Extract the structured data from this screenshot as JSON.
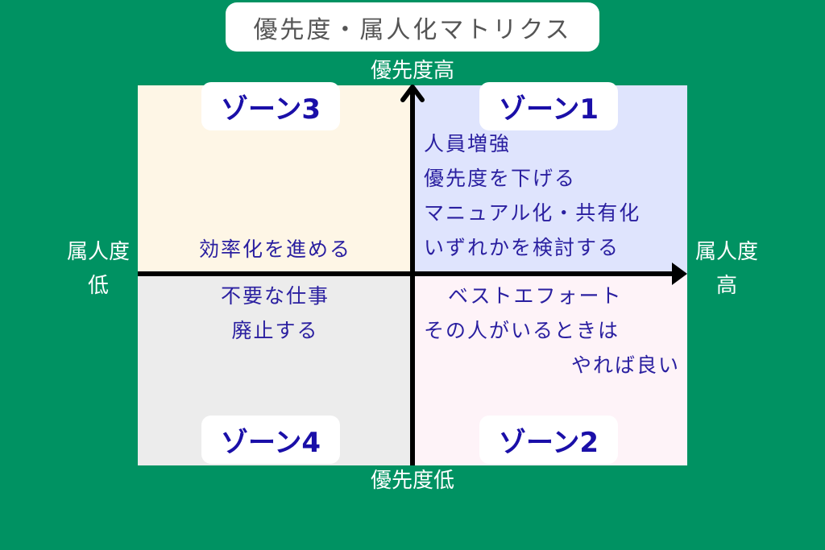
{
  "title": "優先度・属人化マトリクス",
  "axes": {
    "top": "優先度高",
    "bottom": "優先度低",
    "left": [
      "属人度",
      "低"
    ],
    "right": [
      "属人度",
      "高"
    ]
  },
  "zones": {
    "zone1": {
      "label": "ゾーン1",
      "lines": [
        "人員増強",
        "優先度を下げる",
        "マニュアル化・共有化",
        "いずれかを検討する"
      ],
      "color": "#dfe4fd"
    },
    "zone2": {
      "label": "ゾーン2",
      "lines": [
        "ベストエフォート",
        "その人がいるときは",
        "やれば良い"
      ],
      "color": "#fef3f8"
    },
    "zone3": {
      "label": "ゾーン3",
      "lines": [
        "効率化を進める"
      ],
      "color": "#fef6e6"
    },
    "zone4": {
      "label": "ゾーン4",
      "lines": [
        "不要な仕事",
        "廃止する"
      ],
      "color": "#ececec"
    }
  },
  "colors": {
    "background": "#009262",
    "text": "#2a1fa0",
    "zone_label": "#1a0fa8"
  }
}
